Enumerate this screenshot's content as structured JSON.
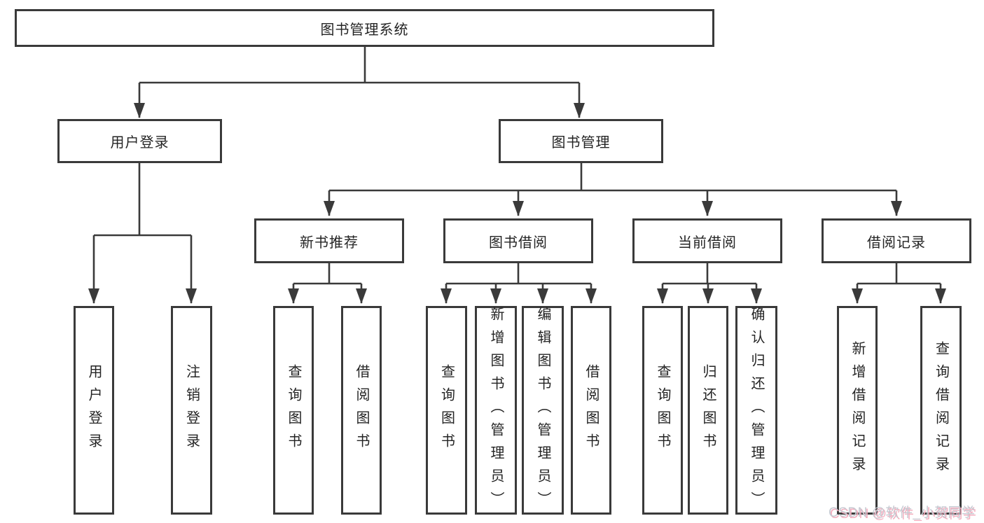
{
  "tree": {
    "root": "图书管理系统",
    "branches": [
      {
        "label": "用户登录",
        "children": [
          "用户登录",
          "注销登录"
        ]
      },
      {
        "label": "图书管理",
        "children": [
          {
            "label": "新书推荐",
            "children": [
              "查询图书",
              "借阅图书"
            ]
          },
          {
            "label": "图书借阅",
            "children": [
              "查询图书",
              "新增图书（管理员）",
              "编辑图书（管理员）",
              "借阅图书"
            ]
          },
          {
            "label": "当前借阅",
            "children": [
              "查询图书",
              "归还图书",
              "确认归还（管理员）"
            ]
          },
          {
            "label": "借阅记录",
            "children": [
              "新增借阅记录",
              "查询借阅记录"
            ]
          }
        ]
      }
    ]
  },
  "watermark": "CSDN @软件_小贺同学",
  "colors": {
    "line": "#3a3a3a",
    "border": "#3a3a3a",
    "text": "#242424",
    "watermark_gray": "#c6cad2",
    "watermark_pink": "#f3abbc"
  }
}
